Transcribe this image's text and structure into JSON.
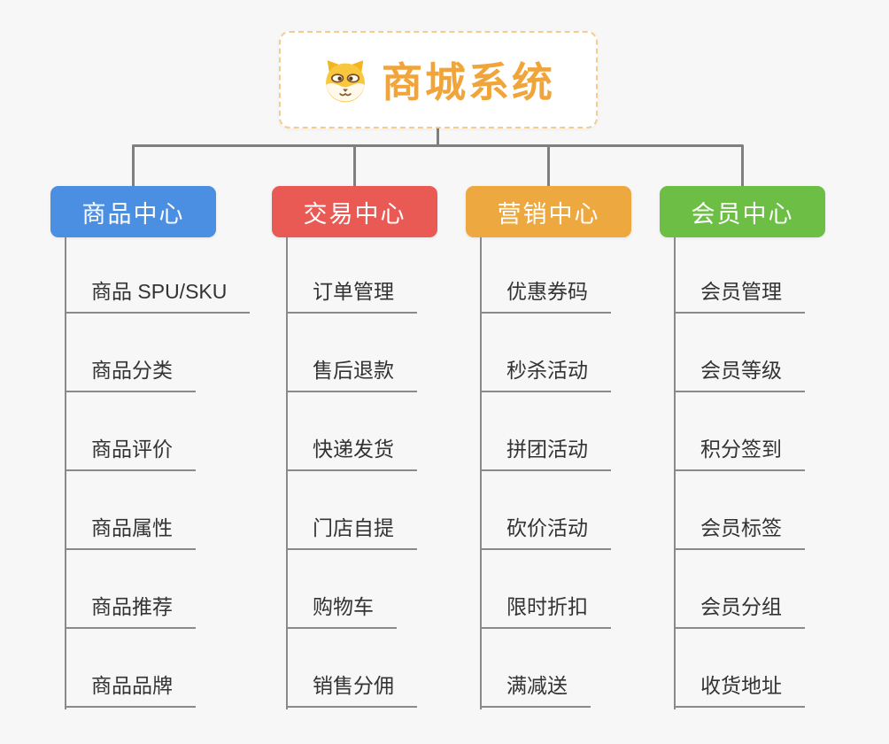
{
  "canvas": {
    "background": "#F7F7F7",
    "connector_color": "#7F7F7F",
    "line_color": "#8A8A8A"
  },
  "root": {
    "title": "商城系统",
    "icon": "shiba-dog-icon",
    "text_color": "#F0A53C",
    "border_color": "#F3CC8E"
  },
  "branches": [
    {
      "id": "product-center",
      "label": "商品中心",
      "color": "#4B8FE2",
      "items": [
        "商品 SPU/SKU",
        "商品分类",
        "商品评价",
        "商品属性",
        "商品推荐",
        "商品品牌"
      ]
    },
    {
      "id": "trade-center",
      "label": "交易中心",
      "color": "#EA5A54",
      "items": [
        "订单管理",
        "售后退款",
        "快递发货",
        "门店自提",
        "购物车",
        "销售分佣"
      ]
    },
    {
      "id": "marketing-center",
      "label": "营销中心",
      "color": "#EDA83F",
      "items": [
        "优惠券码",
        "秒杀活动",
        "拼团活动",
        "砍价活动",
        "限时折扣",
        "满减送"
      ]
    },
    {
      "id": "member-center",
      "label": "会员中心",
      "color": "#6CBE45",
      "items": [
        "会员管理",
        "会员等级",
        "积分签到",
        "会员标签",
        "会员分组",
        "收货地址"
      ]
    }
  ]
}
